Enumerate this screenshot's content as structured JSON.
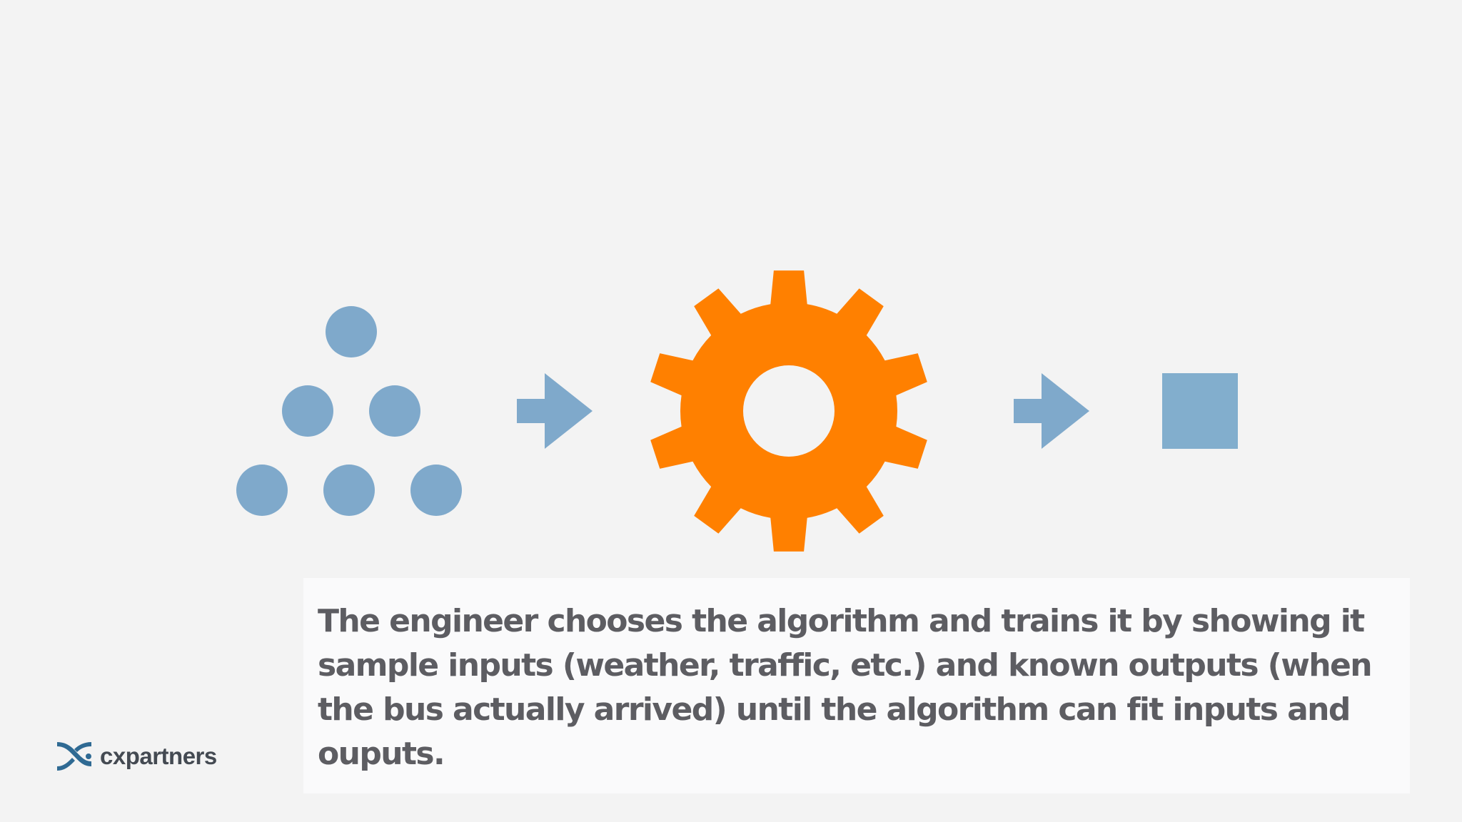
{
  "caption": {
    "text": "The engineer chooses the algorithm and trains it by showing it sample inputs (weather, traffic, etc.) and known outputs (when the bus actually arrived) until the algorithm can fit inputs and ouputs."
  },
  "brand": {
    "name": "cxpartners"
  },
  "diagram": {
    "input_dot_count": 6,
    "colors": {
      "input_dots": "#7fa9cb",
      "arrows": "#7fa9cb",
      "gear": "#ff8000",
      "output_square": "#82aecd",
      "caption_background": "#fafafb",
      "caption_text": "#5d5d62",
      "brand_mark": "#2f6a93"
    },
    "icons": [
      "dots-triangle-icon",
      "arrow-right-icon",
      "gear-icon",
      "arrow-right-icon",
      "square-icon"
    ]
  }
}
